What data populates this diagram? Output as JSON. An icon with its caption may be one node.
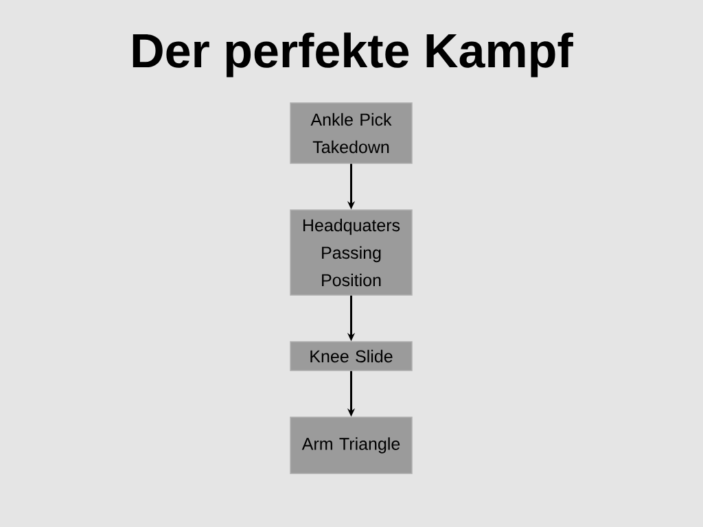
{
  "diagram": {
    "title": "Der perfekte Kampf",
    "nodes": [
      {
        "text": [
          "Ankle Pick Takedown"
        ]
      },
      {
        "text": [
          "Headquaters Passing Position"
        ]
      },
      {
        "text": [
          "Knee Slide"
        ]
      },
      {
        "text": [
          "Arm Triangle"
        ]
      }
    ],
    "edges": [
      {
        "from": 0,
        "to": 1,
        "arrow": "to"
      },
      {
        "from": 1,
        "to": 2,
        "arrow": "to"
      },
      {
        "from": 2,
        "to": 3,
        "arrow": "to"
      }
    ]
  }
}
